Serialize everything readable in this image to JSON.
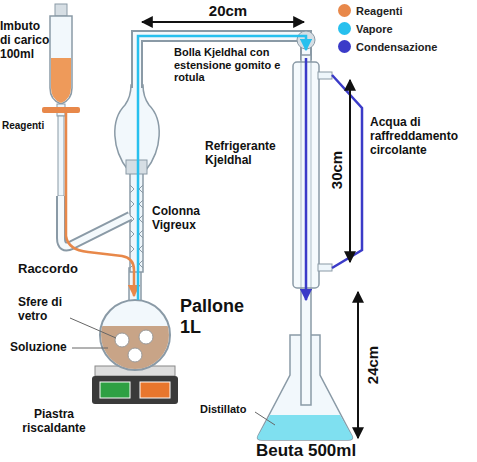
{
  "diagram": {
    "labels": [
      "20cm",
      "Imbuto di carico 100ml",
      "Reagenti",
      "Bolla Kjeldhal con estensione gomito e rotula",
      "Refrigerante Kjeldhal",
      "30cm",
      "Acqua di raffreddamento circolante",
      "Colonna Vigreux",
      "Raccordo",
      "Sfere di vetro",
      "Pallone 1L",
      "Soluzione",
      "24cm",
      "Piastra riscaldante",
      "Distillato",
      "Beuta 500ml"
    ],
    "legend": [
      {
        "text": "Reagenti",
        "color": "#e8884a"
      },
      {
        "text": "Vapore",
        "color": "#27c0ee"
      },
      {
        "text": "Condensazione",
        "color": "#3b3bc8"
      }
    ]
  }
}
